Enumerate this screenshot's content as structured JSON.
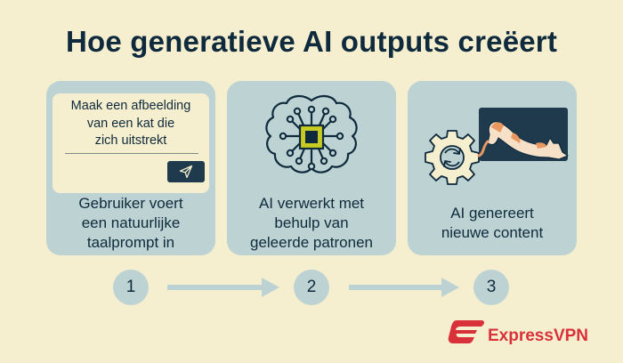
{
  "title": "Hoe generatieve AI outputs creëert",
  "steps": [
    {
      "number": "1",
      "prompt_lines": [
        "Maak een afbeelding",
        "van een kat die",
        "zich uitstrekt"
      ],
      "caption_lines": [
        "Gebruiker voert",
        "een natuurlijke",
        "taalprompt in"
      ]
    },
    {
      "number": "2",
      "caption_lines": [
        "AI verwerkt met",
        "behulp van",
        "geleerde patronen"
      ]
    },
    {
      "number": "3",
      "caption_lines": [
        "AI genereert",
        "nieuwe content"
      ]
    }
  ],
  "brand": {
    "name": "ExpressVPN",
    "color": "#d9313a"
  },
  "colors": {
    "background": "#f6efcf",
    "card": "#bdd3d3",
    "text": "#0e2a3c",
    "chip": "#c8cc22"
  },
  "icons": {
    "send": "send-arrow-icon",
    "brain": "brain-circuit-icon",
    "gear": "gear-icon",
    "cat": "cat-image-icon",
    "logo": "expressvpn-logo-icon"
  }
}
